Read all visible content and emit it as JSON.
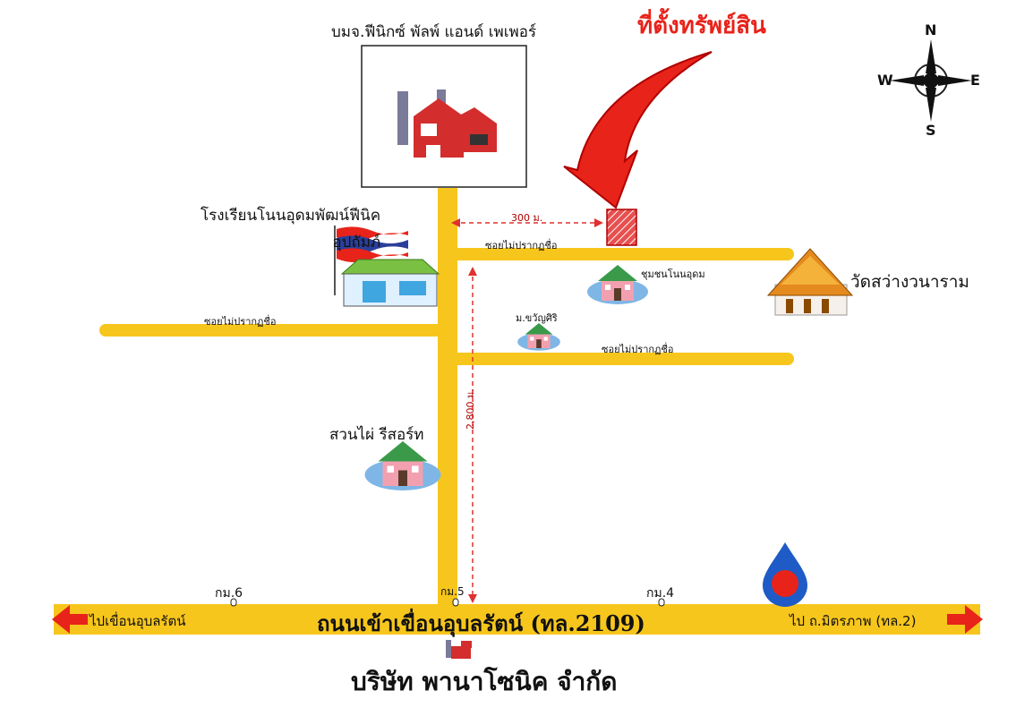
{
  "title": "ที่ตั้งทรัพย์สิน",
  "compass": {
    "n": "N",
    "s": "S",
    "e": "E",
    "w": "W"
  },
  "landmarks": {
    "factory": "บมจ.ฟีนิกซ์ พัลพ์ แอนด์ เพเพอร์",
    "school": "โรงเรียนโนนอุดมพัฒน์ฟีนิค\nอุปถัมภ์",
    "temple": "วัดสว่างวนาราม",
    "community": "ชุมชนโนนอุดม",
    "village": "ม.ขวัญศิริ",
    "resort": "สวนไผ่ รีสอร์ท",
    "company": "บริษัท พานาโซนิค จำกัด"
  },
  "roads": {
    "soi_top": "ซอยไม่ปรากฏชื่อ",
    "soi_left": "ซอยไม่ปรากฏชื่อ",
    "soi_mid": "ซอยไม่ปรากฏชื่อ",
    "main_road": "ถนนเข้าเขื่อนอุบลรัตน์ (ทล.2109)",
    "to_left": "ไปเขื่อนอุบลรัตน์",
    "to_right": "ไป ถ.มิตรภาพ (ทล.2)"
  },
  "distances": {
    "horizontal": "300 ม.",
    "vertical": "2,800 ม."
  },
  "km_markers": {
    "km6": "กม.6",
    "km5": "กม.5",
    "km4": "กม.4"
  },
  "colors": {
    "road": "#f7c61c",
    "road_edge": "#e6ad00",
    "arrow": "#e8231a",
    "property_fill": "#e03030",
    "title_red": "#e8231a",
    "dim_red": "#e03030"
  },
  "icons": {
    "factory": "factory-icon",
    "school": "school-icon",
    "flag": "thai-flag-icon",
    "temple": "temple-icon",
    "house": "house-icon",
    "fuel": "fuel-drop-icon",
    "compass": "compass-rose-icon"
  }
}
